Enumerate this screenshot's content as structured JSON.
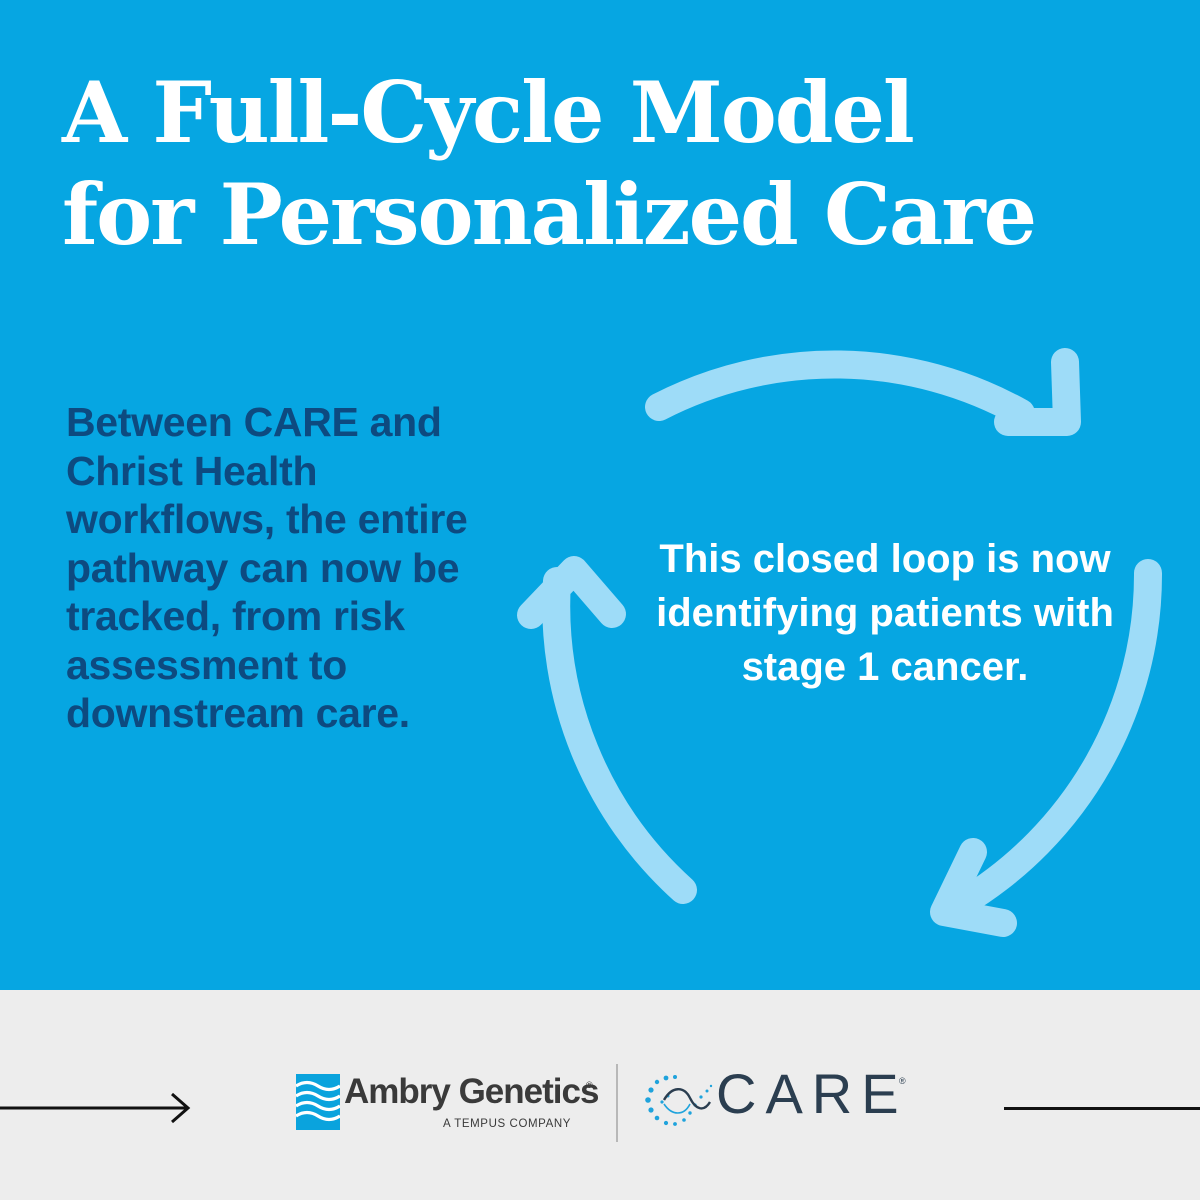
{
  "headline": {
    "line1": "A Full-Cycle Model",
    "line2": "for Personalized Care"
  },
  "left_text": "Between CARE and Christ Health workflows, the entire pathway can now be tracked, from risk assessment to downstream care.",
  "center_text": "This closed loop is now identifying patients with stage 1 cancer.",
  "footer": {
    "ambry_name": "Ambry Genetics",
    "ambry_sub": "A TEMPUS COMPANY",
    "registered_mark": "®",
    "care_word": "CARE"
  },
  "colors": {
    "background_blue": "#06a6e2",
    "arrow_light_blue": "#9edcf8",
    "text_navy": "#0d4a80",
    "footer_gray": "#ededed"
  },
  "icons": [
    "cycle-arrows-icon",
    "right-arrow-icon",
    "ambry-waves-logo-icon",
    "care-infinity-logo-icon"
  ]
}
